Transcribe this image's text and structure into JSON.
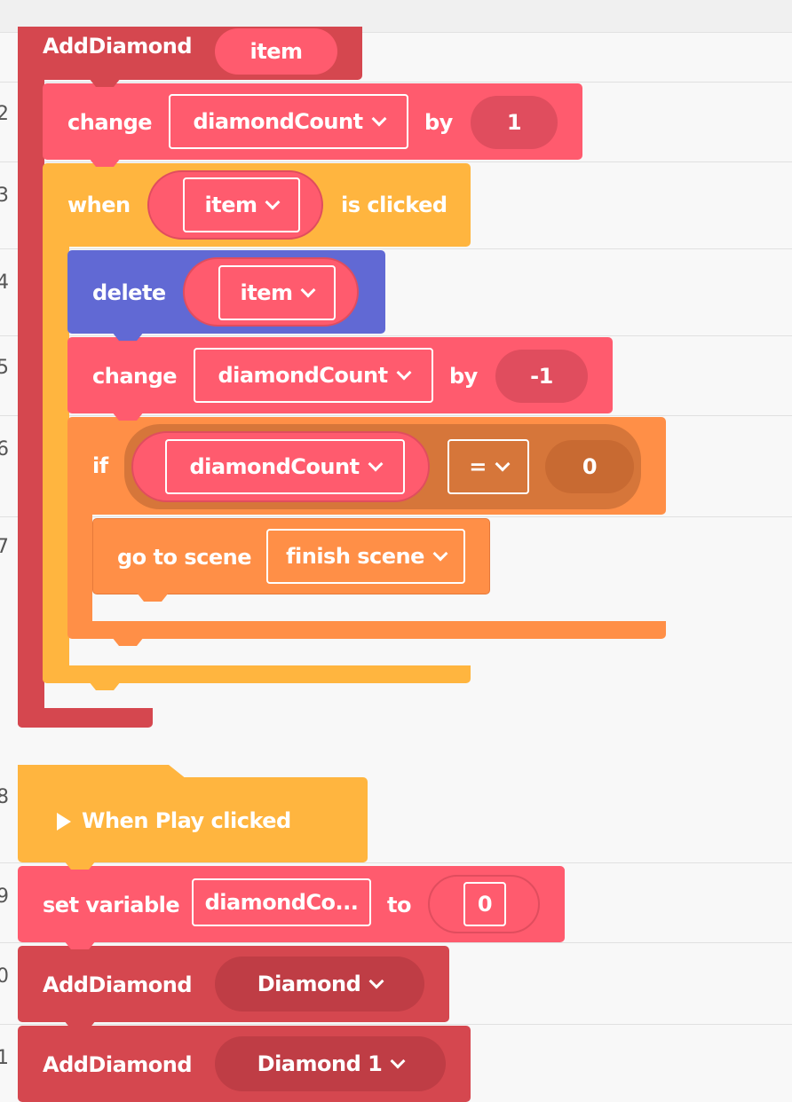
{
  "line_numbers": [
    "2",
    "3",
    "4",
    "5",
    "6",
    "7",
    "8",
    "9",
    "0",
    "1"
  ],
  "function_block": {
    "label": "AddDiamond",
    "param": "item"
  },
  "change1": {
    "label": "change",
    "variable": "diamondCount",
    "by_label": "by",
    "amount": "1"
  },
  "when_block": {
    "label": "when",
    "target": "item",
    "event": "is clicked"
  },
  "delete_block": {
    "label": "delete",
    "target": "item"
  },
  "change2": {
    "label": "change",
    "variable": "diamondCount",
    "by_label": "by",
    "amount": "-1"
  },
  "if_block": {
    "label": "if",
    "left": "diamondCount",
    "operator": "=",
    "right": "0"
  },
  "goto_block": {
    "label": "go to scene",
    "scene": "finish scene"
  },
  "play_block": {
    "label": "When Play clicked"
  },
  "set_block": {
    "label": "set variable",
    "variable": "diamondCo...",
    "to_label": "to",
    "value": "0"
  },
  "call1": {
    "label": "AddDiamond",
    "arg": "Diamond"
  },
  "call2": {
    "label": "AddDiamond",
    "arg": "Diamond 1"
  },
  "colors": {
    "function_red": "#d5474f",
    "variable_red": "#ff5b6e",
    "event_yellow": "#ffb53f",
    "action_blue": "#6169d4",
    "control_orange": "#ff8f47"
  }
}
